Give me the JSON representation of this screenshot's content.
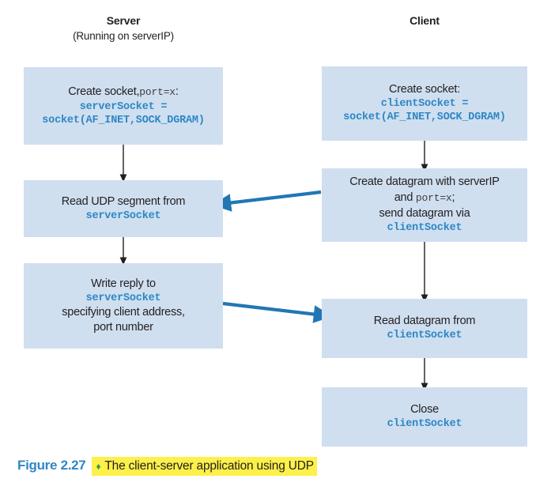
{
  "columns": {
    "server": {
      "title": "Server",
      "subtitle": "(Running on serverIP)"
    },
    "client": {
      "title": "Client",
      "subtitle": ""
    }
  },
  "server_steps": [
    {
      "name": "create-socket-server",
      "lines": [
        {
          "type": "mixed",
          "prose_a": "Create  socket,",
          "code_a": "port=x",
          "prose_b": ":"
        },
        {
          "type": "code",
          "text": "serverSocket ="
        },
        {
          "type": "code",
          "text": "socket(AF_INET,SOCK_DGRAM)"
        }
      ]
    },
    {
      "name": "read-udp-segment",
      "lines": [
        {
          "type": "prose",
          "text": "Read UDP segment from"
        },
        {
          "type": "code",
          "text": "serverSocket"
        }
      ]
    },
    {
      "name": "write-reply",
      "lines": [
        {
          "type": "prose",
          "text": "Write reply to"
        },
        {
          "type": "code",
          "text": "serverSocket"
        },
        {
          "type": "prose",
          "text": "specifying client address,"
        },
        {
          "type": "prose",
          "text": "port number"
        }
      ]
    }
  ],
  "client_steps": [
    {
      "name": "create-socket-client",
      "lines": [
        {
          "type": "prose",
          "text": "Create socket:"
        },
        {
          "type": "code",
          "text": "clientSocket ="
        },
        {
          "type": "code",
          "text": "socket(AF_INET,SOCK_DGRAM)"
        }
      ]
    },
    {
      "name": "create-datagram",
      "lines": [
        {
          "type": "prose",
          "text": "Create datagram with serverIP"
        },
        {
          "type": "mixed",
          "prose_a": "and",
          "code_a": "port=x",
          "prose_b": ";"
        },
        {
          "type": "prose",
          "text": "send datagram via"
        },
        {
          "type": "code",
          "text": "clientSocket"
        }
      ]
    },
    {
      "name": "read-datagram",
      "lines": [
        {
          "type": "prose",
          "text": "Read datagram from"
        },
        {
          "type": "code",
          "text": "clientSocket"
        }
      ]
    },
    {
      "name": "close-socket",
      "lines": [
        {
          "type": "prose",
          "text": "Close"
        },
        {
          "type": "code",
          "text": "clientSocket"
        }
      ]
    }
  ],
  "caption": {
    "figure_label": "Figure 2.27",
    "diamond": "♦",
    "text": "The client-server application using UDP"
  },
  "colors": {
    "box_fill": "#cfdff0",
    "code_blue": "#2e87c4",
    "message_arrow": "#2077b4",
    "flow_arrow": "#231f20",
    "highlight": "#fdf04a",
    "diamond_green": "#2f9e48"
  }
}
